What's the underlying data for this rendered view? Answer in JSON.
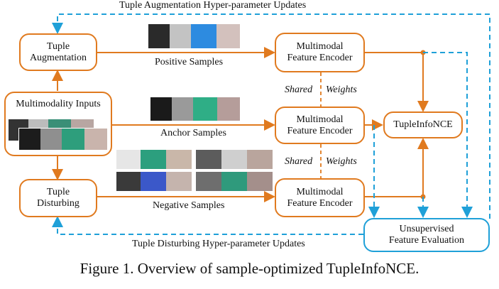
{
  "top_label": "Tuple Augmentation Hyper-parameter Updates",
  "bottom_label": "Tuple Disturbing Hyper-parameter Updates",
  "boxes": {
    "tuple_aug": [
      "Tuple",
      "Augmentation"
    ],
    "multimodality": "Multimodality Inputs",
    "tuple_dist": [
      "Tuple",
      "Disturbing"
    ],
    "encoder": [
      "Multimodal",
      "Feature Encoder"
    ],
    "tuple_infonce": "TupleInfoNCE",
    "unsup": [
      "Unsupervised",
      "Feature Evaluation"
    ]
  },
  "samples": {
    "positive": "Positive Samples",
    "anchor": "Anchor Samples",
    "negative": "Negative Samples"
  },
  "shared": {
    "a": "Shared",
    "b": "Weights"
  },
  "caption": "Figure 1. Overview of sample-optimized TupleInfoNCE.",
  "colors": {
    "orange": "#e07a1f",
    "blue": "#1fa0d8"
  }
}
